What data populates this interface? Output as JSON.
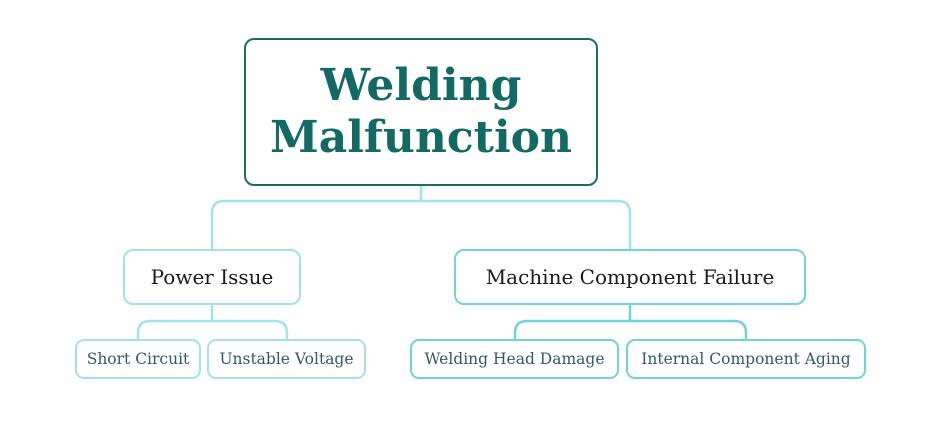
{
  "root": {
    "line1": "Welding",
    "line2": "Malfunction"
  },
  "branches": [
    {
      "label": "Power Issue",
      "children": [
        "Short Circuit",
        "Unstable Voltage"
      ]
    },
    {
      "label": "Machine Component Failure",
      "children": [
        "Welding Head Damage",
        "Internal Component Aging"
      ]
    }
  ],
  "colors": {
    "root_border": "#1b6e68",
    "root_text": "#136a64",
    "branch_power": "#a2e3ea",
    "branch_machine": "#6fd4d6"
  }
}
